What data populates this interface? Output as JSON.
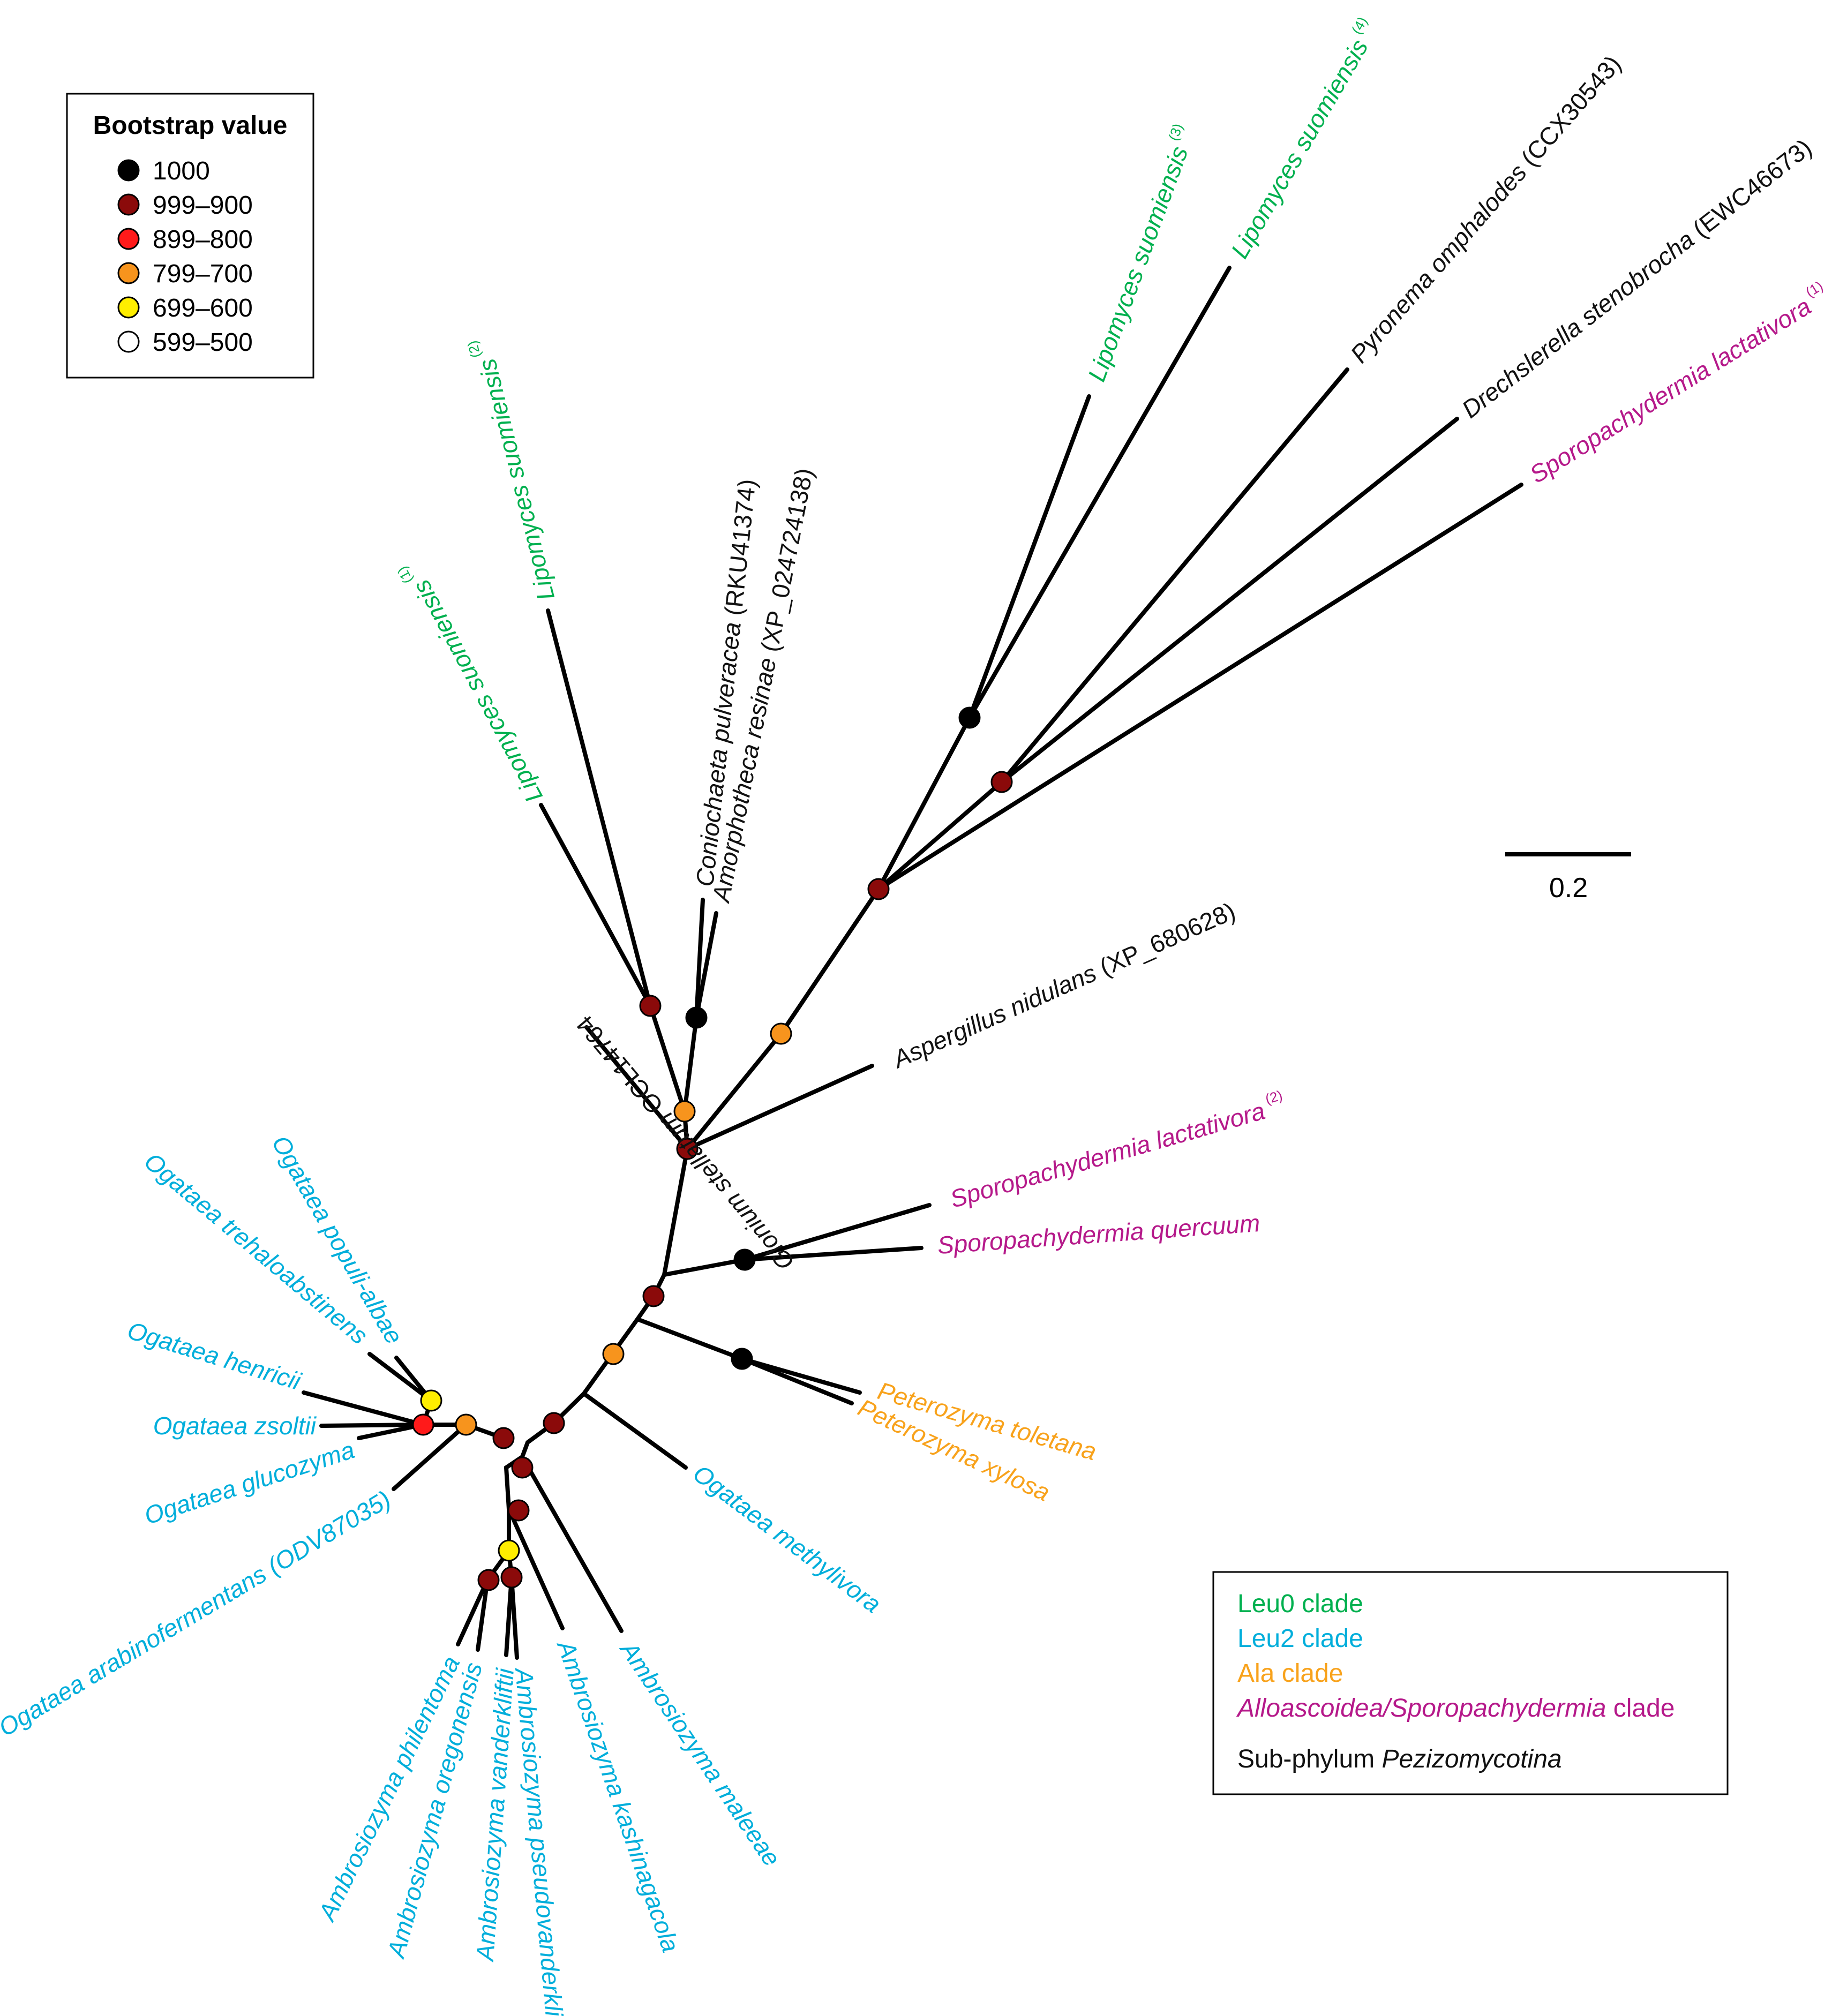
{
  "colors": {
    "leu0": "#00b04f",
    "leu2": "#00aedb",
    "ala": "#f8a21b",
    "allo": "#b5198a",
    "pezi": "#111111"
  },
  "bootstrap_legend": {
    "title": "Bootstrap value",
    "items": [
      {
        "label": "1000",
        "color": "#000000"
      },
      {
        "label": "999–900",
        "color": "#8b0a0a"
      },
      {
        "label": "899–800",
        "color": "#ff1a1a"
      },
      {
        "label": "799–700",
        "color": "#f7941d"
      },
      {
        "label": "699–600",
        "color": "#ffee00"
      },
      {
        "label": "599–500",
        "color": "#ffffff"
      }
    ]
  },
  "scale_bar": {
    "label": "0.2"
  },
  "clade_legend": {
    "items": [
      {
        "id": "leu0",
        "parts": [
          {
            "text": "Leu0 clade",
            "italic": false
          }
        ]
      },
      {
        "id": "leu2",
        "parts": [
          {
            "text": "Leu2 clade",
            "italic": false
          }
        ]
      },
      {
        "id": "ala",
        "parts": [
          {
            "text": "Ala clade",
            "italic": false
          }
        ]
      },
      {
        "id": "allo",
        "parts": [
          {
            "text": "Alloascoidea/Sporopachydermia",
            "italic": true
          },
          {
            "text": " clade",
            "italic": false
          }
        ]
      },
      {
        "id": "pezi",
        "parts": [
          {
            "text": "Sub-phylum ",
            "italic": false
          },
          {
            "text": "Pezizomycotina",
            "italic": true
          }
        ]
      }
    ]
  },
  "tips": {
    "lip1": {
      "name": "Lipomyces suomiensis",
      "sup": "(1)",
      "clade": "leu0"
    },
    "lip2": {
      "name": "Lipomyces suomiensis",
      "sup": "(2)",
      "clade": "leu0"
    },
    "lip3": {
      "name": "Lipomyces suomiensis",
      "sup": "(3)",
      "clade": "leu0"
    },
    "lip4": {
      "name": "Lipomyces suomiensis",
      "sup": "(4)",
      "clade": "leu0"
    },
    "glon": {
      "name": "Glonium stellatum",
      "acc": "OCL14764",
      "clade": "pezi"
    },
    "coni": {
      "name": "Coniochaeta pulveracea",
      "acc": "(RKU41374)",
      "clade": "pezi"
    },
    "amor": {
      "name": "Amorphotheca resinae",
      "acc": "(XP_024724138)",
      "clade": "pezi"
    },
    "pyro": {
      "name": "Pyronema omphalodes",
      "acc": "(CCX30543)",
      "clade": "pezi"
    },
    "drec": {
      "name": "Drechslerella stenobrocha",
      "acc": "(EWC46673)",
      "clade": "pezi"
    },
    "asper": {
      "name": "Aspergillus nidulans",
      "acc": "(XP_680628)",
      "clade": "pezi"
    },
    "sl1": {
      "name": "Sporopachydermia lactativora",
      "sup": "(1)",
      "clade": "allo"
    },
    "sl2": {
      "name": "Sporopachydermia lactativora",
      "sup": "(2)",
      "clade": "allo"
    },
    "squer": {
      "name": "Sporopachydermia quercuum",
      "clade": "allo"
    },
    "ptol": {
      "name": "Peterozyma toletana",
      "clade": "ala"
    },
    "pxyl": {
      "name": "Peterozyma xylosa",
      "clade": "ala"
    },
    "opop": {
      "name": "Ogataea populi-albae",
      "clade": "leu2"
    },
    "otre": {
      "name": "Ogataea trehaloabstinens",
      "clade": "leu2"
    },
    "ohen": {
      "name": "Ogataea henricii",
      "clade": "leu2"
    },
    "ozso": {
      "name": "Ogataea zsoltii",
      "clade": "leu2"
    },
    "oglu": {
      "name": "Ogataea glucozyma",
      "clade": "leu2"
    },
    "oara": {
      "name": "Ogataea arabinofermentans (ODV87035)",
      "clade": "leu2"
    },
    "omet": {
      "name": "Ogataea methylivora",
      "clade": "leu2"
    },
    "aphi": {
      "name": "Ambrosiozyma philentoma",
      "clade": "leu2"
    },
    "aore": {
      "name": "Ambrosiozyma oregonensis",
      "clade": "leu2"
    },
    "avan": {
      "name": "Ambrosiozyma vanderkliftii",
      "clade": "leu2"
    },
    "apse": {
      "name": "Ambrosiozyma pseudovanderkliftii",
      "clade": "leu2"
    },
    "akas": {
      "name": "Ambrosiozyma kashinagacola",
      "clade": "leu2"
    },
    "amal": {
      "name": "Ambrosiozyma maleeae",
      "clade": "leu2"
    }
  }
}
